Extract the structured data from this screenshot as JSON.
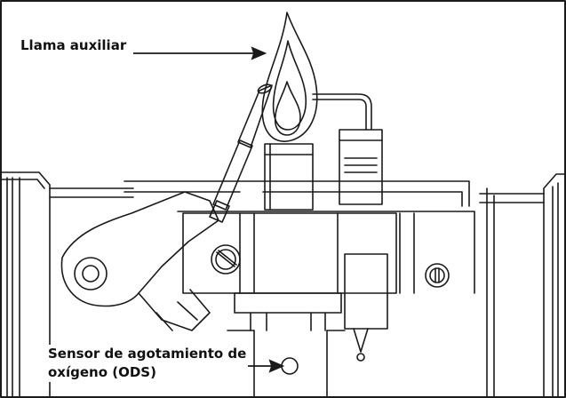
{
  "labels": {
    "pilot_flame": "Llama auxiliar",
    "ods_sensor_line1": "Sensor de agotamiento de",
    "ods_sensor_line2": "oxígeno (ODS)"
  },
  "colors": {
    "line": "#1a1a1a",
    "background": "#ffffff"
  }
}
